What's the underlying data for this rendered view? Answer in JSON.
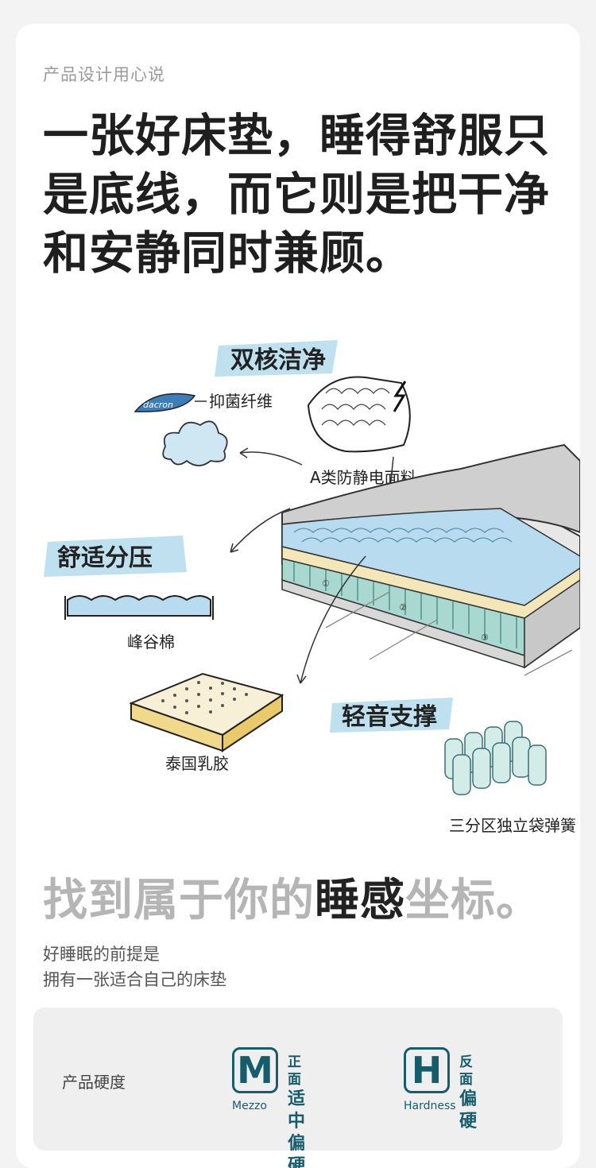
{
  "eyebrow": "产品设计用心说",
  "headline": "一张好床垫，睡得舒服只是底线，而它则是把干净和安静同时兼顾。",
  "illustration": {
    "tags": {
      "clean": "双核洁净",
      "pressure": "舒适分压",
      "support": "轻音支撑"
    },
    "labels": {
      "dacron_logo": "dacron",
      "fiber": "抑菌纤维",
      "fabric": "A类防静电面料",
      "foam": "峰谷棉",
      "latex": "泰国乳胶",
      "springs": "三分区独立袋弹簧"
    },
    "layer_marks": [
      "①",
      "②",
      "③"
    ]
  },
  "coordinate": {
    "pre": "找到属于你的",
    "highlight": "睡感",
    "post": "坐标。"
  },
  "sub_lines": [
    "好睡眠的前提是",
    "拥有一张适合自己的床垫"
  ],
  "hardness": {
    "label": "产品硬度",
    "items": [
      {
        "letter": "M",
        "side": "正面",
        "level": "适中偏硬",
        "caption": "Mezzo"
      },
      {
        "letter": "H",
        "side": "反面",
        "level": "偏硬",
        "caption": "Hardness"
      }
    ],
    "color": "#155c6c"
  }
}
